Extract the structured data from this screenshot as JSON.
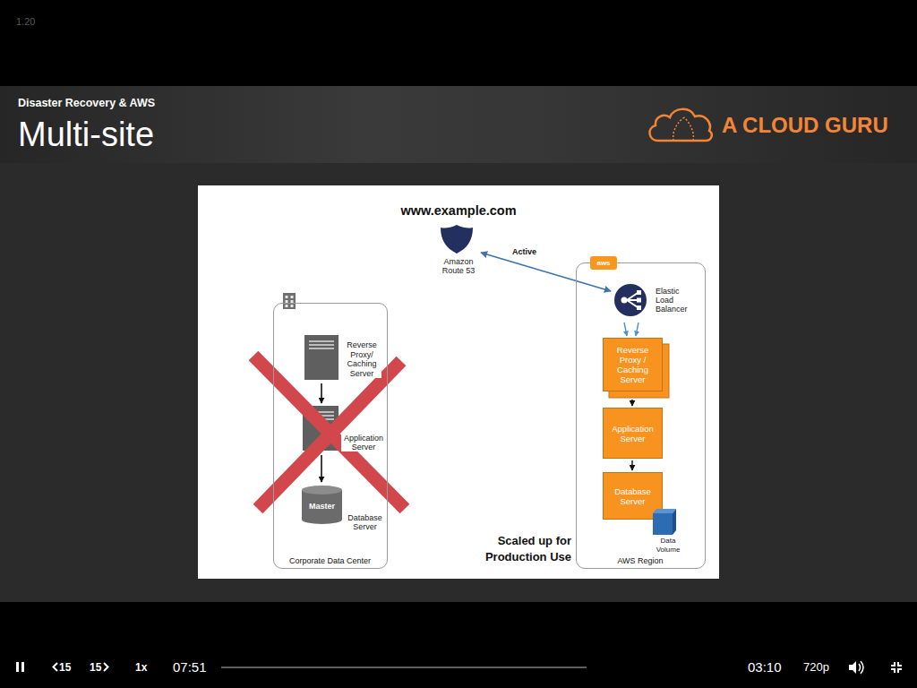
{
  "diagram": {
    "title": "Multi-site",
    "nodes": [
      {
        "text": [
          "Amazon Route 53"
        ]
      },
      {
        "text": [
          "Corporate Data Center"
        ]
      },
      {
        "text": [
          "Reverse Proxy/ Caching Server"
        ],
        "in": 1
      },
      {
        "text": [
          "Application Server"
        ],
        "in": 1
      },
      {
        "text": [
          "Master",
          "Database Server"
        ],
        "in": 1
      },
      {
        "text": [
          "AWS Region"
        ]
      },
      {
        "text": [
          "Elastic Load Balancer"
        ],
        "in": 5
      },
      {
        "text": [
          "Reverse Proxy / Caching Server"
        ],
        "in": 5
      },
      {
        "text": [
          "Application Server"
        ],
        "in": 5
      },
      {
        "text": [
          "Database Server"
        ],
        "in": 5
      },
      {
        "text": [
          "Data Volume"
        ],
        "in": 5
      }
    ],
    "edges": [
      {
        "from": 0,
        "to": 6,
        "arrow": "both",
        "label": "Active"
      },
      {
        "from": 2,
        "to": 3,
        "arrow": "to"
      },
      {
        "from": 3,
        "to": 4,
        "arrow": "to"
      },
      {
        "from": 6,
        "to": 7,
        "arrow": "to"
      },
      {
        "from": 6,
        "to": 7,
        "arrow": "to"
      },
      {
        "from": 7,
        "to": 8,
        "arrow": "to"
      },
      {
        "from": 8,
        "to": 9,
        "arrow": "to"
      }
    ],
    "labels": [
      "1.20",
      "Disaster Recovery & AWS",
      "A CLOUD GURU",
      "www.example.com",
      "aws",
      "Scaled up for Production Use",
      "15",
      "15",
      "1x",
      "07:51",
      "03:10",
      "720p"
    ]
  }
}
